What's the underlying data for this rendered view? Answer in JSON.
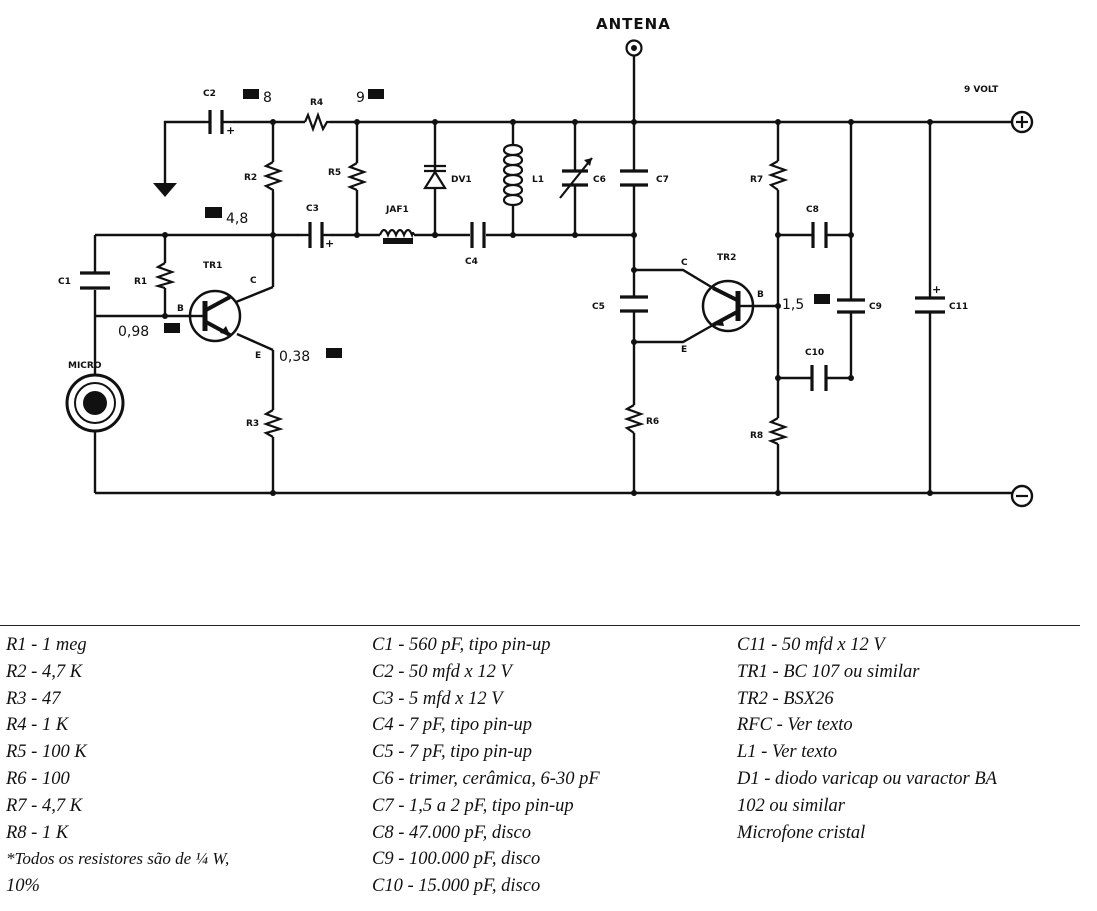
{
  "diagram": {
    "antenna_label": "ANTENA",
    "supply_label": "9 VOLT",
    "micro_label": "MICRO",
    "labels": {
      "c1": "C1",
      "c2": "C2",
      "c3": "C3",
      "c4": "C4",
      "c5": "C5",
      "c6": "C6",
      "c7": "C7",
      "c8": "C8",
      "c9": "C9",
      "c10": "C10",
      "c11": "C11",
      "r1": "R1",
      "r2": "R2",
      "r3": "R3",
      "r4": "R4",
      "r5": "R5",
      "r6": "R6",
      "r7": "R7",
      "r8": "R8",
      "l1": "L1",
      "dv1": "DV1",
      "jaf1": "JAF1",
      "tr1": "TR1",
      "tr2": "TR2",
      "tr1_c": "C",
      "tr1_b": "B",
      "tr1_e": "E",
      "tr2_c": "C",
      "tr2_b": "B",
      "tr2_e": "E"
    },
    "voltages": {
      "v8": "8",
      "v9": "9",
      "v48": "4,8",
      "v098": "0,98",
      "v038": "0,38",
      "v15": "1,5"
    }
  },
  "parts_list": {
    "column1": [
      "R1 - 1 meg",
      "R2 - 4,7 K",
      "R3 - 47",
      "R4 - 1 K",
      "R5 - 100 K",
      "R6 - 100",
      "R7 - 4,7 K",
      "R8 - 1 K"
    ],
    "note_line1": "*Todos os resistores são de ¼ W,",
    "note_line2": "10%",
    "column2": [
      "C1 - 560 pF, tipo pin-up",
      "C2 - 50 mfd x 12 V",
      "C3 - 5 mfd x 12 V",
      "C4 - 7 pF, tipo pin-up",
      "C5 - 7 pF, tipo pin-up",
      "C6 - trimer, cerâmica, 6-30 pF",
      "C7 - 1,5 a 2 pF, tipo pin-up",
      "C8 - 47.000 pF, disco",
      "C9 - 100.000 pF, disco",
      "C10 - 15.000 pF, disco"
    ],
    "column3": [
      "C11 - 50 mfd x 12 V",
      "TR1 - BC 107 ou similar",
      "TR2 - BSX26",
      "RFC - Ver texto",
      "L1 - Ver texto",
      "D1 - diodo varicap ou varactor BA",
      "102 ou similar",
      "Microfone cristal"
    ]
  }
}
